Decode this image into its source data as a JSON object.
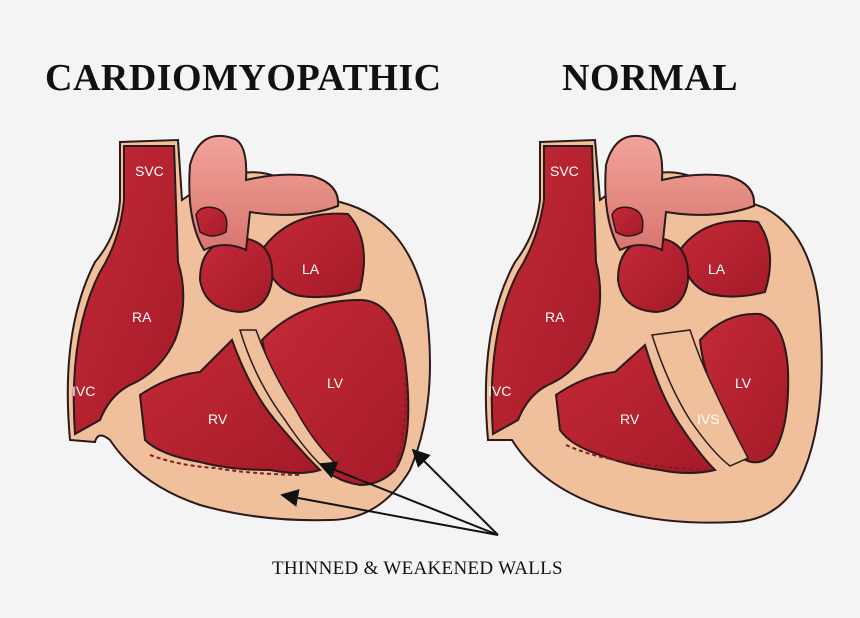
{
  "titles": {
    "left": "CARDIOMYOPATHIC",
    "right": "NORMAL"
  },
  "labels": {
    "left": {
      "svc": "SVC",
      "ra": "RA",
      "ivc": "IVC",
      "rv": "RV",
      "la": "LA",
      "lv": "LV"
    },
    "right": {
      "svc": "SVC",
      "ra": "RA",
      "ivc": "IVC",
      "rv": "RV",
      "la": "LA",
      "lv": "LV",
      "ivs": "IVS"
    }
  },
  "caption": "THINNED & WEAKENED WALLS",
  "colors": {
    "chamber": "#b8202e",
    "chamber_light": "#cc3a48",
    "wall": "#f0c09c",
    "aorta": "#e88e86",
    "outline": "#2a1a1a"
  }
}
